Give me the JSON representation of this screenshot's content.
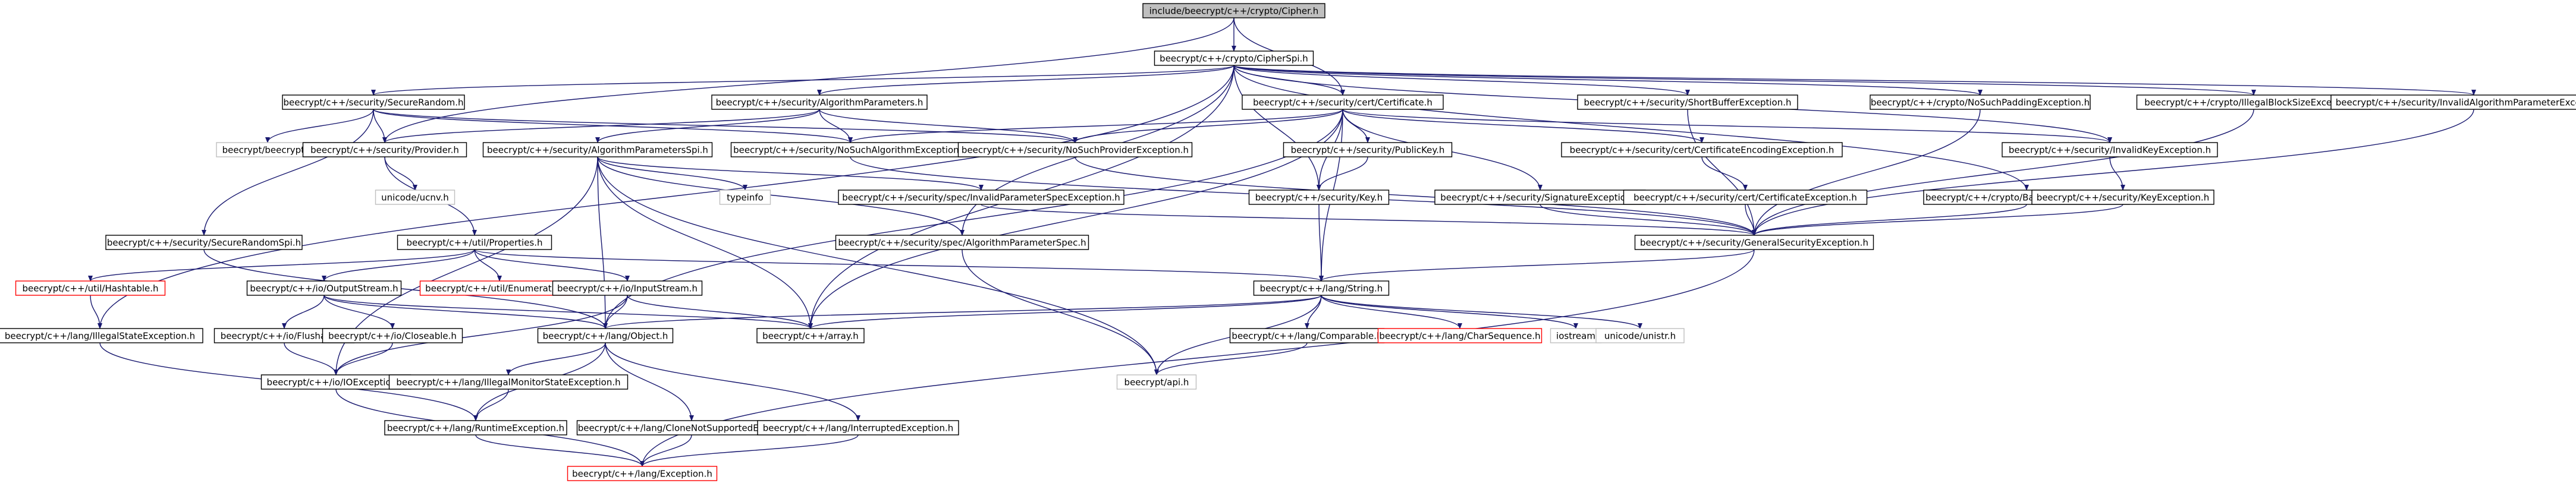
{
  "colors": {
    "edge": "#191970",
    "node_border": "#000000",
    "node_fill": "#ffffff",
    "root_fill": "#bfbfbf",
    "undocumented_border": "#ff0000",
    "external_border": "#bfbfbf",
    "text": "#000000"
  },
  "nodes": [
    {
      "id": "cipher",
      "label": "include/beecrypt/c++/crypto/Cipher.h",
      "style": "root"
    },
    {
      "id": "cipherspi",
      "label": "beecrypt/c++/crypto/CipherSpi.h",
      "style": "normal"
    },
    {
      "id": "securerandom",
      "label": "beecrypt/c++/security/SecureRandom.h",
      "style": "normal"
    },
    {
      "id": "algparams",
      "label": "beecrypt/c++/security/AlgorithmParameters.h",
      "style": "normal"
    },
    {
      "id": "certificate",
      "label": "beecrypt/c++/security/cert/Certificate.h",
      "style": "normal"
    },
    {
      "id": "shortbuffer",
      "label": "beecrypt/c++/security/ShortBufferException.h",
      "style": "normal"
    },
    {
      "id": "nosuchpadding",
      "label": "beecrypt/c++/crypto/NoSuchPaddingException.h",
      "style": "normal"
    },
    {
      "id": "illegalblocksize",
      "label": "beecrypt/c++/crypto/IllegalBlockSizeException.h",
      "style": "normal"
    },
    {
      "id": "invalidalgparam",
      "label": "beecrypt/c++/security/InvalidAlgorithmParameterException.h",
      "style": "normal"
    },
    {
      "id": "beecrypth",
      "label": "beecrypt/beecrypt.h",
      "style": "external"
    },
    {
      "id": "provider",
      "label": "beecrypt/c++/security/Provider.h",
      "style": "normal"
    },
    {
      "id": "algparamspi",
      "label": "beecrypt/c++/security/AlgorithmParametersSpi.h",
      "style": "normal"
    },
    {
      "id": "nosuchalg",
      "label": "beecrypt/c++/security/NoSuchAlgorithmException.h",
      "style": "normal"
    },
    {
      "id": "nosuchprovider",
      "label": "beecrypt/c++/security/NoSuchProviderException.h",
      "style": "normal"
    },
    {
      "id": "publickey",
      "label": "beecrypt/c++/security/PublicKey.h",
      "style": "normal"
    },
    {
      "id": "certencoding",
      "label": "beecrypt/c++/security/cert/CertificateEncodingException.h",
      "style": "normal"
    },
    {
      "id": "invalidkey",
      "label": "beecrypt/c++/security/InvalidKeyException.h",
      "style": "normal"
    },
    {
      "id": "unicodeucnv",
      "label": "unicode/ucnv.h",
      "style": "external"
    },
    {
      "id": "typeinfo",
      "label": "typeinfo",
      "style": "external"
    },
    {
      "id": "invalidparamspec",
      "label": "beecrypt/c++/security/spec/InvalidParameterSpecException.h",
      "style": "normal"
    },
    {
      "id": "key",
      "label": "beecrypt/c++/security/Key.h",
      "style": "normal"
    },
    {
      "id": "signatureexc",
      "label": "beecrypt/c++/security/SignatureException.h",
      "style": "normal"
    },
    {
      "id": "certexc",
      "label": "beecrypt/c++/security/cert/CertificateException.h",
      "style": "normal"
    },
    {
      "id": "badpadding",
      "label": "beecrypt/c++/crypto/BadPaddingException.h",
      "style": "normal"
    },
    {
      "id": "keyexc",
      "label": "beecrypt/c++/security/KeyException.h",
      "style": "normal"
    },
    {
      "id": "securerandomspi",
      "label": "beecrypt/c++/security/SecureRandomSpi.h",
      "style": "normal"
    },
    {
      "id": "properties",
      "label": "beecrypt/c++/util/Properties.h",
      "style": "normal"
    },
    {
      "id": "algparamspec",
      "label": "beecrypt/c++/security/spec/AlgorithmParameterSpec.h",
      "style": "normal"
    },
    {
      "id": "generalsecurity",
      "label": "beecrypt/c++/security/GeneralSecurityException.h",
      "style": "normal"
    },
    {
      "id": "hashtable",
      "label": "beecrypt/c++/util/Hashtable.h",
      "style": "undocumented"
    },
    {
      "id": "outputstream",
      "label": "beecrypt/c++/io/OutputStream.h",
      "style": "normal"
    },
    {
      "id": "enumeration",
      "label": "beecrypt/c++/util/Enumeration.h",
      "style": "undocumented"
    },
    {
      "id": "inputstream",
      "label": "beecrypt/c++/io/InputStream.h",
      "style": "normal"
    },
    {
      "id": "string",
      "label": "beecrypt/c++/lang/String.h",
      "style": "normal"
    },
    {
      "id": "illegalstate",
      "label": "beecrypt/c++/lang/IllegalStateException.h",
      "style": "normal"
    },
    {
      "id": "flushable",
      "label": "beecrypt/c++/io/Flushable.h",
      "style": "normal"
    },
    {
      "id": "closeable",
      "label": "beecrypt/c++/io/Closeable.h",
      "style": "normal"
    },
    {
      "id": "object",
      "label": "beecrypt/c++/lang/Object.h",
      "style": "normal"
    },
    {
      "id": "array",
      "label": "beecrypt/c++/array.h",
      "style": "normal"
    },
    {
      "id": "comparable",
      "label": "beecrypt/c++/lang/Comparable.h",
      "style": "normal"
    },
    {
      "id": "charsequence",
      "label": "beecrypt/c++/lang/CharSequence.h",
      "style": "undocumented"
    },
    {
      "id": "iostream",
      "label": "iostream",
      "style": "external"
    },
    {
      "id": "unistr",
      "label": "unicode/unistr.h",
      "style": "external"
    },
    {
      "id": "ioexception",
      "label": "beecrypt/c++/io/IOException.h",
      "style": "normal"
    },
    {
      "id": "illegalmonitor",
      "label": "beecrypt/c++/lang/IllegalMonitorStateException.h",
      "style": "normal"
    },
    {
      "id": "apih",
      "label": "beecrypt/api.h",
      "style": "external"
    },
    {
      "id": "runtimeexc",
      "label": "beecrypt/c++/lang/RuntimeException.h",
      "style": "normal"
    },
    {
      "id": "clonenotsupported",
      "label": "beecrypt/c++/lang/CloneNotSupportedException.h",
      "style": "normal"
    },
    {
      "id": "interrupted",
      "label": "beecrypt/c++/lang/InterruptedException.h",
      "style": "normal"
    },
    {
      "id": "exception",
      "label": "beecrypt/c++/lang/Exception.h",
      "style": "undocumented"
    }
  ],
  "edges": [
    [
      "cipher",
      "cipherspi"
    ],
    [
      "cipher",
      "certificate"
    ],
    [
      "cipher",
      "provider"
    ],
    [
      "cipherspi",
      "securerandom"
    ],
    [
      "cipherspi",
      "algparams"
    ],
    [
      "cipherspi",
      "certificate"
    ],
    [
      "cipherspi",
      "shortbuffer"
    ],
    [
      "cipherspi",
      "nosuchpadding"
    ],
    [
      "cipherspi",
      "illegalblocksize"
    ],
    [
      "cipherspi",
      "invalidalgparam"
    ],
    [
      "cipherspi",
      "badpadding"
    ],
    [
      "cipherspi",
      "invalidkey"
    ],
    [
      "cipherspi",
      "key"
    ],
    [
      "cipherspi",
      "algparamspec"
    ],
    [
      "cipherspi",
      "array"
    ],
    [
      "cipherspi",
      "illegalstate"
    ],
    [
      "securerandom",
      "beecrypth"
    ],
    [
      "securerandom",
      "provider"
    ],
    [
      "securerandom",
      "securerandomspi"
    ],
    [
      "securerandom",
      "nosuchalg"
    ],
    [
      "securerandom",
      "nosuchprovider"
    ],
    [
      "algparams",
      "provider"
    ],
    [
      "algparams",
      "algparamspi"
    ],
    [
      "algparams",
      "nosuchalg"
    ],
    [
      "algparams",
      "nosuchprovider"
    ],
    [
      "provider",
      "unicodeucnv"
    ],
    [
      "provider",
      "properties"
    ],
    [
      "algparamspi",
      "algparamspec"
    ],
    [
      "algparamspi",
      "invalidparamspec"
    ],
    [
      "algparamspi",
      "typeinfo"
    ],
    [
      "algparamspi",
      "ioexception"
    ],
    [
      "algparamspi",
      "array"
    ],
    [
      "algparamspi",
      "object"
    ],
    [
      "algparamspi",
      "apih"
    ],
    [
      "certificate",
      "publickey"
    ],
    [
      "certificate",
      "certencoding"
    ],
    [
      "certificate",
      "signatureexc"
    ],
    [
      "certificate",
      "invalidkey"
    ],
    [
      "certificate",
      "nosuchalg"
    ],
    [
      "certificate",
      "nosuchprovider"
    ],
    [
      "certificate",
      "string"
    ],
    [
      "certificate",
      "object"
    ],
    [
      "certificate",
      "array"
    ],
    [
      "certificate",
      "key"
    ],
    [
      "publickey",
      "key"
    ],
    [
      "key",
      "string"
    ],
    [
      "nosuchalg",
      "generalsecurity"
    ],
    [
      "nosuchprovider",
      "generalsecurity"
    ],
    [
      "shortbuffer",
      "generalsecurity"
    ],
    [
      "nosuchpadding",
      "generalsecurity"
    ],
    [
      "illegalblocksize",
      "generalsecurity"
    ],
    [
      "invalidalgparam",
      "generalsecurity"
    ],
    [
      "certencoding",
      "certexc"
    ],
    [
      "certexc",
      "generalsecurity"
    ],
    [
      "signatureexc",
      "generalsecurity"
    ],
    [
      "invalidkey",
      "keyexc"
    ],
    [
      "keyexc",
      "generalsecurity"
    ],
    [
      "badpadding",
      "generalsecurity"
    ],
    [
      "invalidparamspec",
      "generalsecurity"
    ],
    [
      "generalsecurity",
      "string"
    ],
    [
      "generalsecurity",
      "exception"
    ],
    [
      "securerandomspi",
      "object"
    ],
    [
      "properties",
      "hashtable"
    ],
    [
      "properties",
      "outputstream"
    ],
    [
      "properties",
      "enumeration"
    ],
    [
      "properties",
      "inputstream"
    ],
    [
      "properties",
      "string"
    ],
    [
      "hashtable",
      "illegalstate"
    ],
    [
      "outputstream",
      "flushable"
    ],
    [
      "outputstream",
      "closeable"
    ],
    [
      "outputstream",
      "object"
    ],
    [
      "outputstream",
      "array"
    ],
    [
      "inputstream",
      "ioexception"
    ],
    [
      "inputstream",
      "object"
    ],
    [
      "inputstream",
      "array"
    ],
    [
      "string",
      "comparable"
    ],
    [
      "string",
      "charsequence"
    ],
    [
      "string",
      "iostream"
    ],
    [
      "string",
      "unistr"
    ],
    [
      "string",
      "object"
    ],
    [
      "string",
      "array"
    ],
    [
      "string",
      "apih"
    ],
    [
      "illegalstate",
      "runtimeexc"
    ],
    [
      "flushable",
      "ioexception"
    ],
    [
      "closeable",
      "ioexception"
    ],
    [
      "object",
      "illegalmonitor"
    ],
    [
      "object",
      "clonenotsupported"
    ],
    [
      "object",
      "interrupted"
    ],
    [
      "object",
      "runtimeexc"
    ],
    [
      "comparable",
      "apih"
    ],
    [
      "algparamspec",
      "apih"
    ],
    [
      "ioexception",
      "exception"
    ],
    [
      "illegalmonitor",
      "runtimeexc"
    ],
    [
      "runtimeexc",
      "exception"
    ],
    [
      "clonenotsupported",
      "exception"
    ],
    [
      "interrupted",
      "exception"
    ]
  ]
}
